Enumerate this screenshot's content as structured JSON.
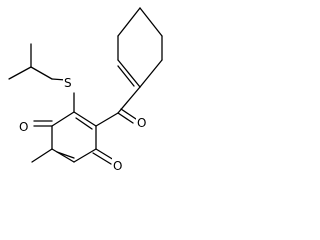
{
  "molecule": {
    "atoms": {
      "sulfur": "S",
      "oxygen_ketone_left": "O",
      "oxygen_acyl": "O",
      "oxygen_ketone_bottom": "O"
    }
  },
  "colors": {
    "bond": "#000000",
    "background": "#ffffff"
  }
}
